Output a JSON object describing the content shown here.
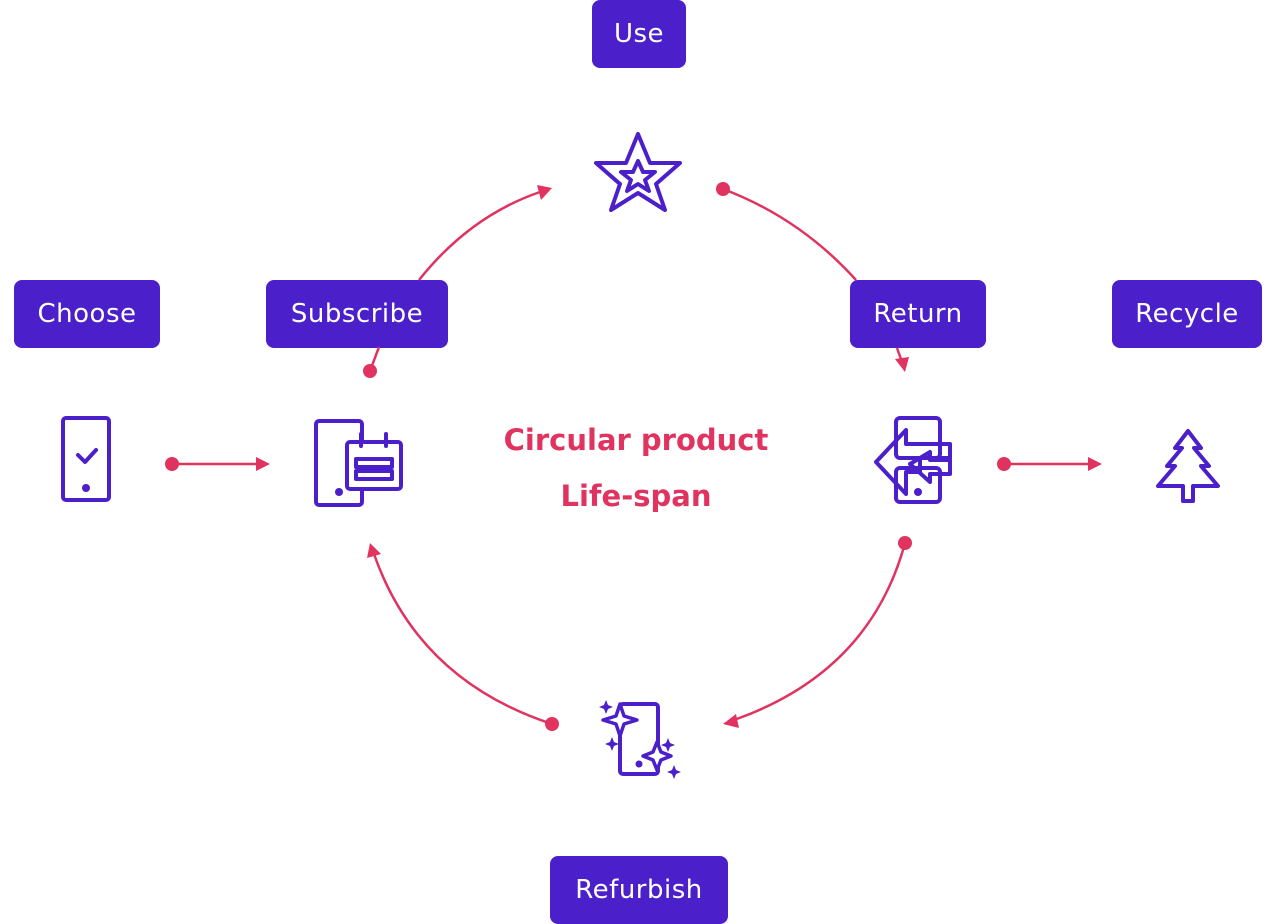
{
  "diagram": {
    "center_title": [
      "Circular product",
      "Life-span"
    ],
    "stages": {
      "use": "Use",
      "choose": "Choose",
      "subscribe": "Subscribe",
      "return": "Return",
      "recycle": "Recycle",
      "refurbish": "Refurbish"
    },
    "icons": {
      "use": "star-icon",
      "choose": "phone-check-icon",
      "subscribe": "phone-calendar-icon",
      "return": "phone-return-icon",
      "recycle": "tree-icon",
      "refurbish": "phone-sparkle-icon"
    },
    "colors": {
      "label_bg": "#4b1fc9",
      "label_text": "#ffffff",
      "icon_stroke": "#4b1fc9",
      "arrow": "#e0335f",
      "center_text": "#e0335f"
    }
  }
}
